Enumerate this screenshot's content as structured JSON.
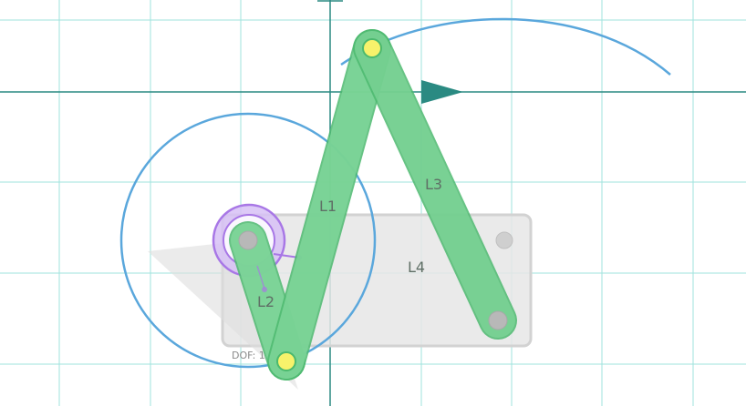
{
  "colors": {
    "grid": "#9fe3dd",
    "axis": "#2a8a82",
    "link_fill": "#7fd69a",
    "link_stroke": "#4cb96e",
    "ground_fill": "#e6e6e6",
    "ground_stroke": "#cfcfcf",
    "motor": "#a877e6",
    "path": "#5aa7dc",
    "joint_fixed": "#b8b8b8",
    "joint_free": "#f7f26b"
  },
  "links": {
    "l1": {
      "label": "L1"
    },
    "l2": {
      "label": "L2"
    },
    "l3": {
      "label": "L3"
    },
    "l4": {
      "label": "L4"
    }
  },
  "status": {
    "dof": "DOF: 1"
  }
}
